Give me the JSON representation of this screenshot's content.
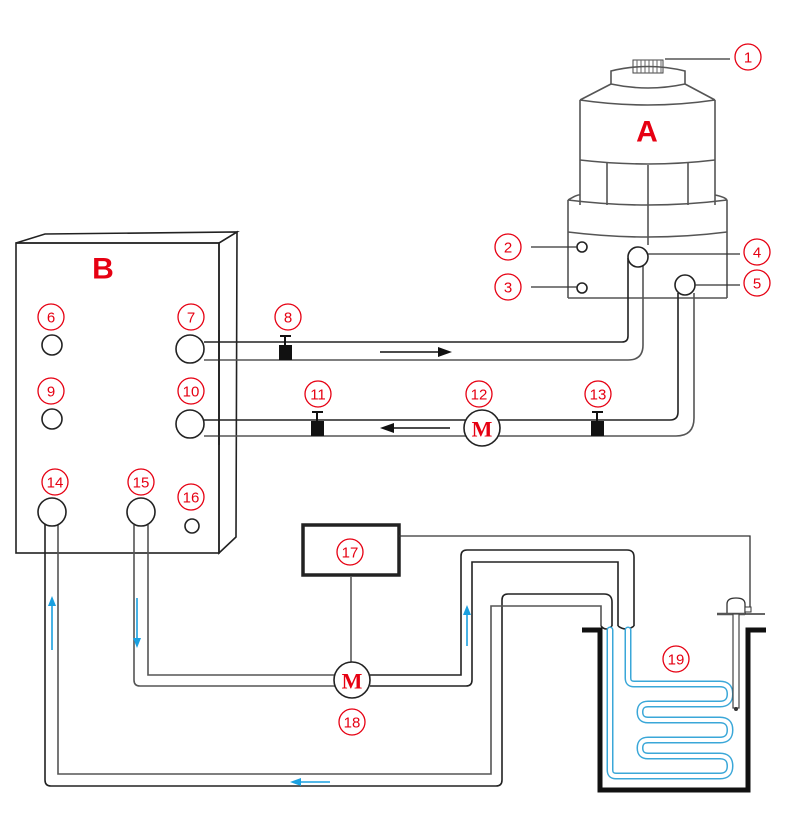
{
  "diagram": {
    "equipment": {
      "A": {
        "label": "A",
        "name": "cooling-tower"
      },
      "B": {
        "label": "B",
        "name": "control-unit"
      }
    },
    "callouts": [
      {
        "id": 1,
        "label": "①"
      },
      {
        "id": 2,
        "label": "②"
      },
      {
        "id": 3,
        "label": "③"
      },
      {
        "id": 4,
        "label": "④"
      },
      {
        "id": 5,
        "label": "⑤"
      },
      {
        "id": 6,
        "label": "⑥"
      },
      {
        "id": 7,
        "label": "⑦"
      },
      {
        "id": 8,
        "label": "⑧"
      },
      {
        "id": 9,
        "label": "⑨"
      },
      {
        "id": 10,
        "label": "⑩"
      },
      {
        "id": 11,
        "label": "⑪"
      },
      {
        "id": 12,
        "label": "⑫"
      },
      {
        "id": 13,
        "label": "⑬"
      },
      {
        "id": 14,
        "label": "⑭"
      },
      {
        "id": 15,
        "label": "⑮"
      },
      {
        "id": 16,
        "label": "⑯"
      },
      {
        "id": 17,
        "label": "⑰"
      },
      {
        "id": 18,
        "label": "⑱"
      },
      {
        "id": 19,
        "label": "⑲"
      }
    ],
    "pumps": [
      {
        "ref": 12,
        "symbol": "M"
      },
      {
        "ref": 18,
        "symbol": "M"
      }
    ],
    "flow_arrows": {
      "upper_loop": [
        "right",
        "left"
      ],
      "lower_loop": [
        "up",
        "down",
        "up",
        "left"
      ]
    },
    "colors": {
      "callout": "#e60012",
      "line": "#222222",
      "water_flow": "#1aa0e0"
    }
  }
}
